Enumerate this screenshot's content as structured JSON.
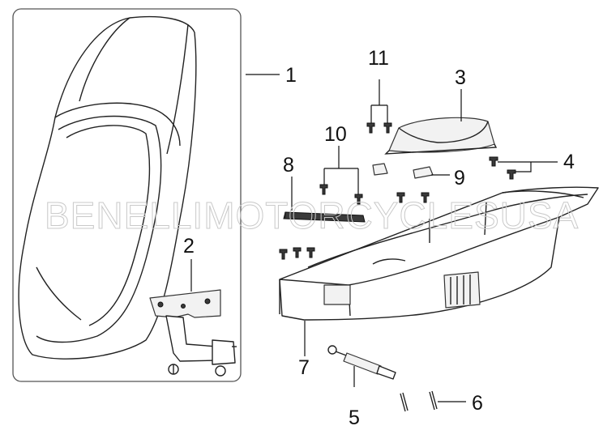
{
  "diagram": {
    "watermark": "BENELLIMOTORCYCLESUSA",
    "callouts": [
      {
        "id": "1",
        "part": "seat"
      },
      {
        "id": "2",
        "part": "seat-hinge-bracket"
      },
      {
        "id": "3",
        "part": "storage-lid-cover"
      },
      {
        "id": "4",
        "part": "screws"
      },
      {
        "id": "5",
        "part": "gas-strut"
      },
      {
        "id": "6",
        "part": "pins"
      },
      {
        "id": "7",
        "part": "storage-box"
      },
      {
        "id": "8",
        "part": "rubber-strip"
      },
      {
        "id": "9",
        "part": "clip-nut"
      },
      {
        "id": "10",
        "part": "screws"
      },
      {
        "id": "11",
        "part": "screws"
      }
    ]
  }
}
